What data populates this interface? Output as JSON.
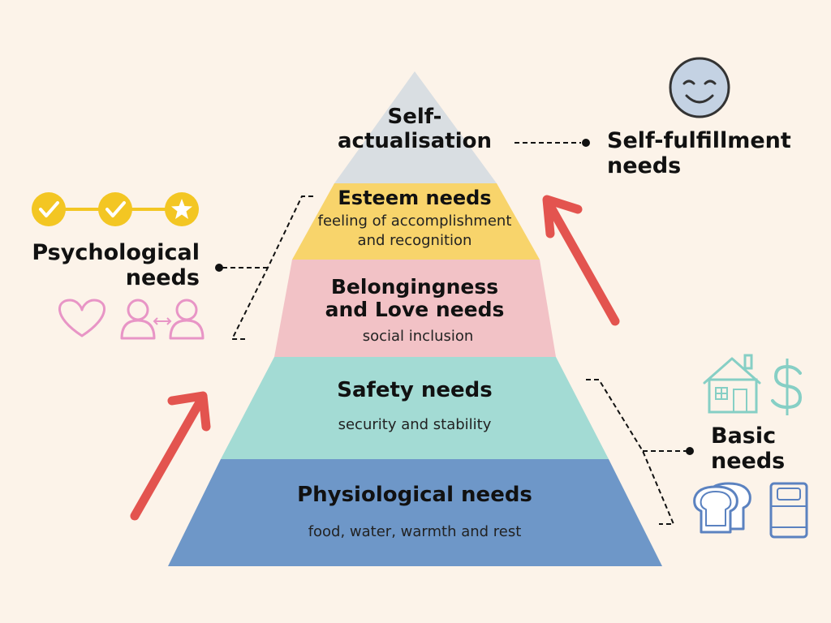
{
  "colors": {
    "background": "#fcf3e9",
    "level_self_actualisation": "#d9dee2",
    "level_esteem": "#f8d46b",
    "level_belonging": "#f2c2c6",
    "level_safety": "#a3dbd4",
    "level_physiological": "#6e97c8",
    "arrow": "#e3544f",
    "check_badge": "#f3c623",
    "pink_icon": "#e895c6",
    "teal_icon": "#86cfc5",
    "blue_icon": "#5b82c0",
    "face": "#c4d2e3"
  },
  "pyramid": {
    "self_actualisation": {
      "title_line1": "Self-",
      "title_line2": "actualisation"
    },
    "esteem": {
      "title": "Esteem needs",
      "desc_line1": "feeling of accomplishment",
      "desc_line2": "and recognition"
    },
    "belonging": {
      "title_line1": "Belongingness",
      "title_line2": "and Love needs",
      "desc": "social inclusion"
    },
    "safety": {
      "title": "Safety needs",
      "desc": "security and stability"
    },
    "physiological": {
      "title": "Physiological needs",
      "desc": "food, water, warmth and rest"
    }
  },
  "groups": {
    "self_fulfillment": {
      "line1": "Self-fulfillment",
      "line2": "needs"
    },
    "psychological": {
      "line1": "Psychological",
      "line2": "needs"
    },
    "basic": {
      "line1": "Basic",
      "line2": "needs"
    }
  },
  "icons": {
    "face": "smiling-face-icon",
    "badges": [
      "check-badge-icon",
      "check-badge-icon",
      "star-badge-icon"
    ],
    "heart": "heart-icon",
    "people": "people-connection-icon",
    "house": "house-icon",
    "dollar": "dollar-icon",
    "bread": "bread-icon",
    "bed": "bed-icon"
  }
}
